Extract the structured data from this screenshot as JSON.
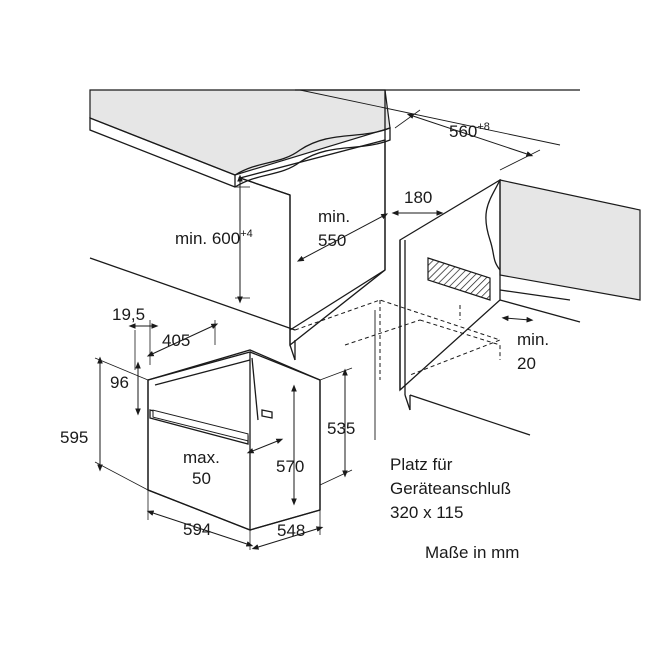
{
  "dimensions": {
    "width_niche": "560",
    "width_niche_tolerance": "+8",
    "depth_180": "180",
    "min_height_label": "min. 600",
    "min_height_tolerance": "+4",
    "min_depth_label": "min.",
    "min_depth_value": "550",
    "min_gap_label": "min.",
    "min_gap_value": "20",
    "front_offset": "19,5",
    "depth_405": "405",
    "front_96": "96",
    "height_595": "595",
    "max_label": "max.",
    "max_value": "50",
    "height_570": "570",
    "height_535": "535",
    "width_594": "594",
    "depth_548": "548"
  },
  "notes": {
    "connection_line1": "Platz für",
    "connection_line2": "Geräteanschluß",
    "connection_line3": "320 x 115",
    "units": "Maße in mm"
  }
}
